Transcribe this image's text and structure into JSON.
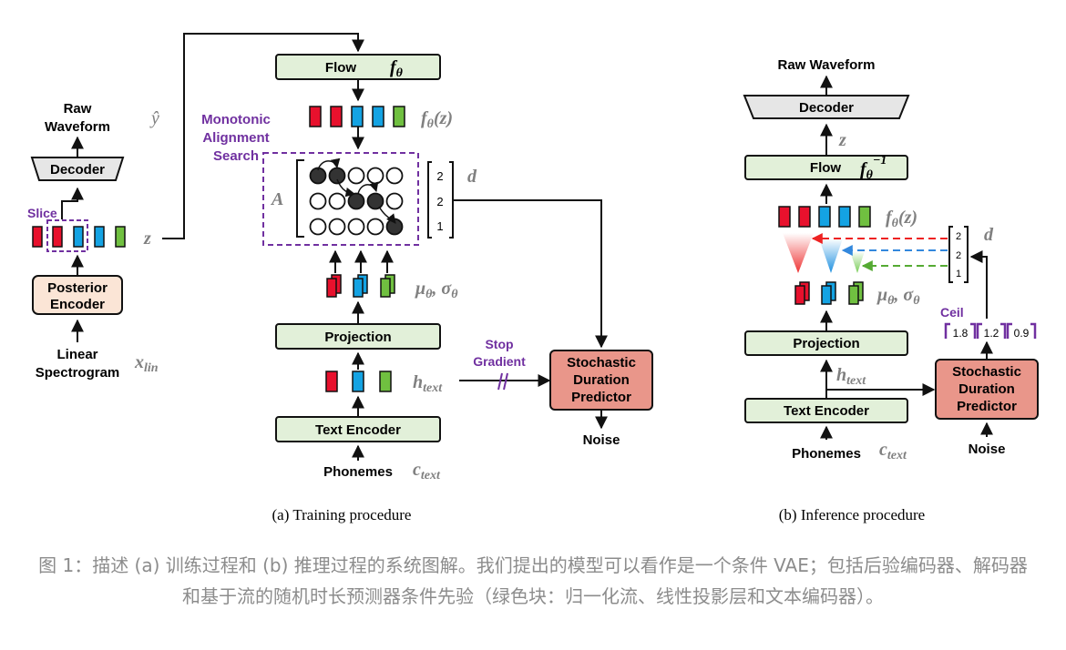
{
  "training": {
    "raw_waveform": [
      "Raw",
      "Waveform"
    ],
    "y_hat": "ŷ",
    "decoder": "Decoder",
    "slice": "Slice",
    "z": "z",
    "posterior_encoder": [
      "Posterior",
      "Encoder"
    ],
    "linear_spectrogram": [
      "Linear",
      "Spectrogram"
    ],
    "x_lin": "x",
    "x_lin_sub": "lin",
    "flow": "Flow",
    "f_theta": "f",
    "f_theta_sub": "θ",
    "f_theta_z": "f",
    "f_theta_z_arg": "(z)",
    "mas": [
      "Monotonic",
      "Alignment",
      "Search"
    ],
    "A": "A",
    "d_values": [
      "2",
      "2",
      "1"
    ],
    "d": "d",
    "mu_sigma": "μ",
    "mu_sigma_sub": "θ",
    "mu_sigma_mid": ", σ",
    "projection": "Projection",
    "stop_gradient": [
      "Stop",
      "Gradient"
    ],
    "sdp": [
      "Stochastic",
      "Duration",
      "Predictor"
    ],
    "h_text": "h",
    "h_text_sub": "text",
    "text_encoder": "Text Encoder",
    "noise": "Noise",
    "phonemes": "Phonemes",
    "c_text": "c",
    "c_text_sub": "text",
    "subcaption": "(a) Training procedure"
  },
  "inference": {
    "raw_waveform": "Raw Waveform",
    "decoder": "Decoder",
    "z": "z",
    "flow": "Flow",
    "f_inv": "f",
    "f_inv_sub": "θ",
    "f_inv_sup": "−1",
    "f_theta_z": "f",
    "f_theta_z_arg": "(z)",
    "d_values": [
      "2",
      "2",
      "1"
    ],
    "d": "d",
    "mu_sigma": "μ",
    "mu_sigma_sub": "θ",
    "mu_sigma_mid": ", σ",
    "ceil": "Ceil",
    "ceil_values": [
      "1.8",
      "1.2",
      "0.9"
    ],
    "projection": "Projection",
    "h_text": "h",
    "h_text_sub": "text",
    "sdp": [
      "Stochastic",
      "Duration",
      "Predictor"
    ],
    "text_encoder": "Text Encoder",
    "phonemes": "Phonemes",
    "c_text": "c",
    "c_text_sub": "text",
    "noise": "Noise",
    "subcaption": "(b) Inference procedure"
  },
  "colors": {
    "green_box": "#e2f0d9",
    "peach_box": "#fbe5d6",
    "sdp_box": "#e9968a",
    "decoder_box": "#e6e6e6",
    "red": "#e8112d",
    "blue": "#14a3e3",
    "green": "#70c040",
    "purple": "#7030a0",
    "gray_text": "#808080"
  },
  "caption": "图 1：描述 (a) 训练过程和 (b) 推理过程的系统图解。我们提出的模型可以看作是一个条件 VAE；包括后验编码器、解码器和基于流的随机时长预测器条件先验（绿色块：归一化流、线性投影层和文本编码器）。"
}
